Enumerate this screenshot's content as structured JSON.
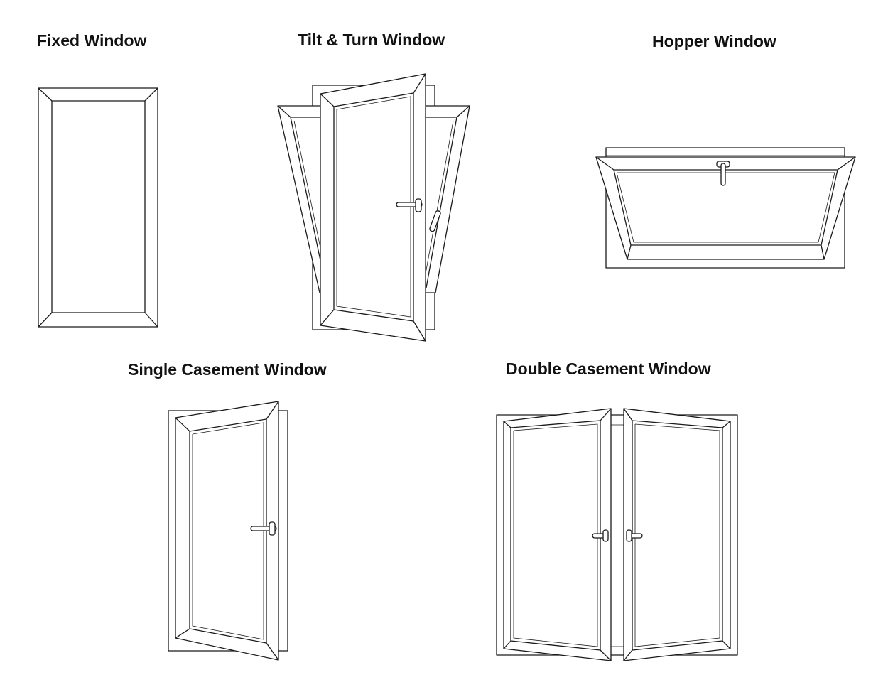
{
  "windows": [
    {
      "key": "fixed",
      "title": "Fixed Window"
    },
    {
      "key": "tilt_turn",
      "title": "Tilt & Turn Window"
    },
    {
      "key": "hopper",
      "title": "Hopper Window"
    },
    {
      "key": "single_casement",
      "title": "Single Casement Window"
    },
    {
      "key": "double_casement",
      "title": "Double Casement Window"
    }
  ],
  "colors": {
    "line": "#1a1a1a",
    "background": "#ffffff"
  }
}
